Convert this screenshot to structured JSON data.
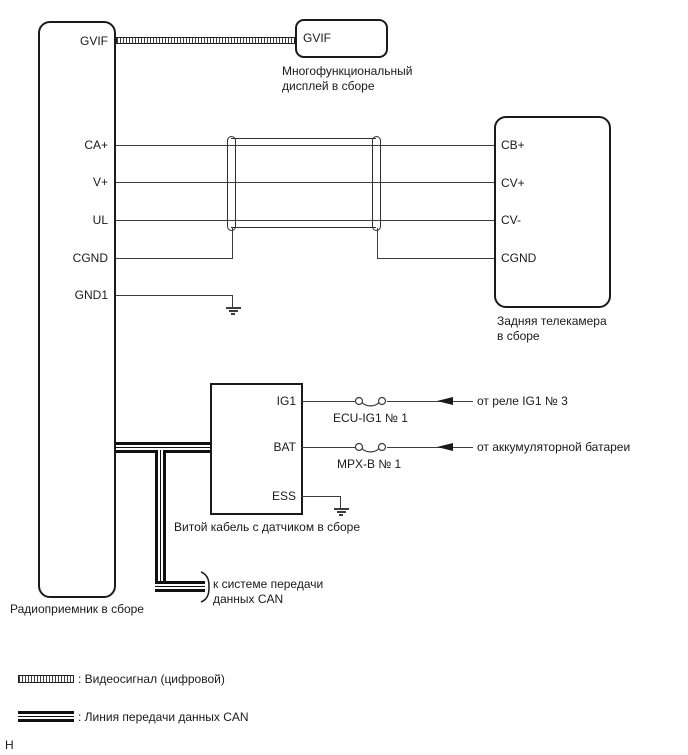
{
  "radio": {
    "label": "Радиоприемник в сборе",
    "pin_gvif": "GVIF",
    "pin_ca": "CA+",
    "pin_v": "V+",
    "pin_ul": "UL",
    "pin_cgnd": "CGND",
    "pin_gnd1": "GND1"
  },
  "display": {
    "pin_gvif": "GVIF",
    "label": "Многофункциональный\nдисплей в сборе"
  },
  "camera": {
    "pin_cb": "CB+",
    "pin_cvp": "CV+",
    "pin_cvm": "CV-",
    "pin_cgnd": "CGND",
    "label": "Задняя телекамера\nв сборе"
  },
  "cable_box": {
    "pin_ig1": "IG1",
    "pin_bat": "BAT",
    "pin_ess": "ESS",
    "label": "Витой кабель с датчиком в сборе"
  },
  "fuse_ig1": "ECU-IG1 № 1",
  "fuse_bat": "MPX-B № 1",
  "source_ig1": "от реле IG1 № 3",
  "source_bat": "от аккумуляторной батареи",
  "can_destination": "к системе передачи\nданных CAN",
  "legend": {
    "video": ": Видеосигнал (цифровой)",
    "can": ": Линия передачи данных CAN"
  },
  "page_marker": "H",
  "colors": {
    "wire": "#3c3c3c",
    "border": "#1a1a1a",
    "can_line": "#111111",
    "background": "#ffffff"
  }
}
